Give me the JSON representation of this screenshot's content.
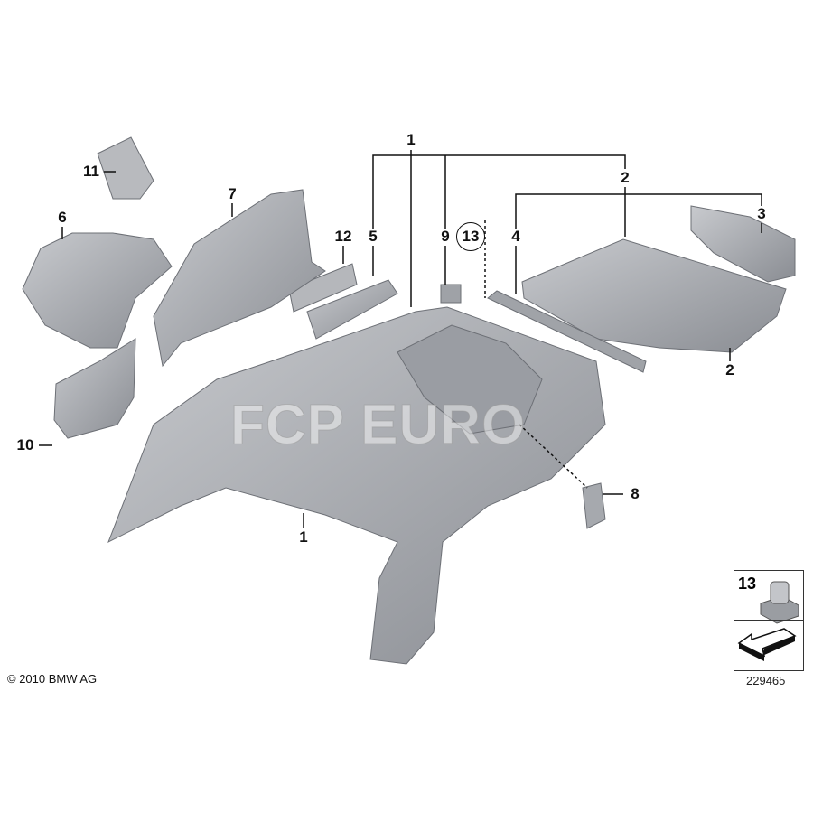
{
  "callouts": {
    "main_top": "1",
    "main_bottom": "1",
    "rear_top": "2",
    "rear_right": "2",
    "panel_3": "3",
    "rail_4": "4",
    "rail_5": "5",
    "wheelhouse_6": "6",
    "bracket_7": "7",
    "bracket_8": "8",
    "part_9": "9",
    "shield_10": "10",
    "plate_11": "11",
    "plate_12": "12",
    "nut_13": "13"
  },
  "legend": {
    "number": "13"
  },
  "watermark": "FCP EURO",
  "copyright": "© 2010 BMW AG",
  "diagram_number": "229465",
  "colors": {
    "part": "#a9abb0",
    "part_dark": "#7d8086",
    "line": "#111111"
  }
}
